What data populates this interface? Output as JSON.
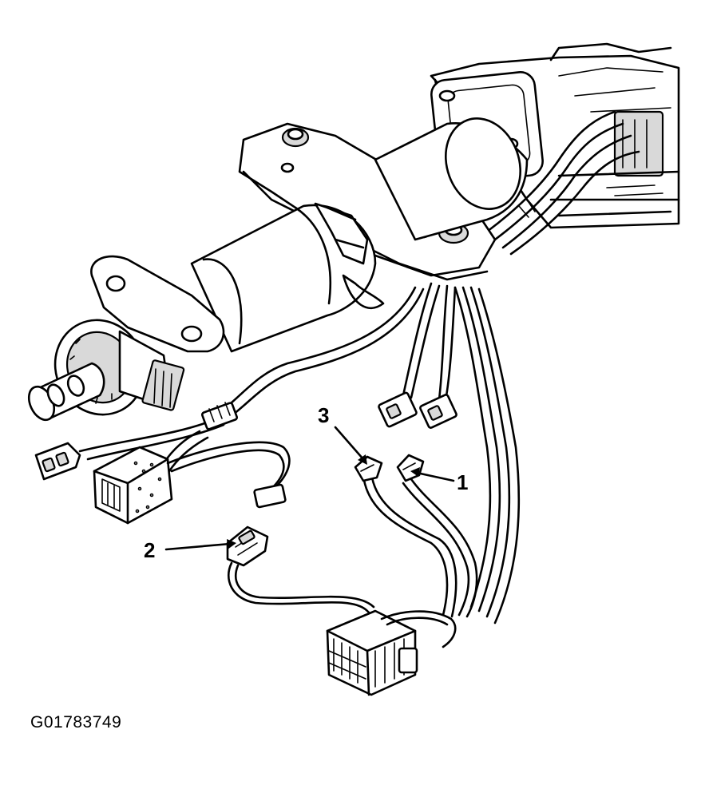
{
  "figure": {
    "id_text": "G01783749",
    "callouts": [
      {
        "label": "1"
      },
      {
        "label": "2"
      },
      {
        "label": "3"
      }
    ]
  },
  "icons": {
    "steering_column": "steering-column-icon",
    "wiring_harness": "wiring-harness-icon",
    "connector": "electrical-connector-icon"
  }
}
